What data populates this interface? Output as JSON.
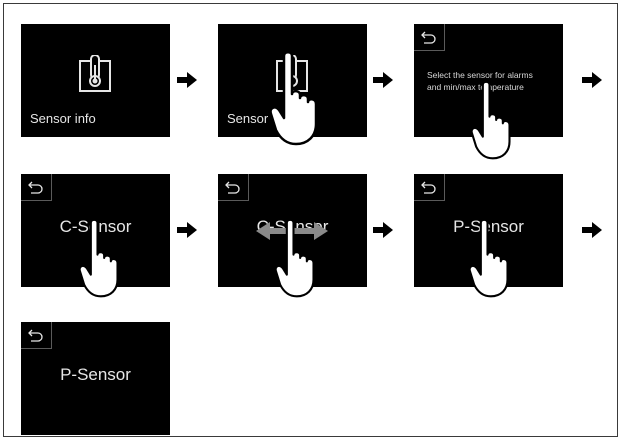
{
  "screens": {
    "s1": {
      "label": "Sensor info"
    },
    "s2": {
      "label": "Sensor info"
    },
    "s3": {
      "text": "Select the sensor for alarms and min/max temperature"
    },
    "s4": {
      "label": "C-Sensor"
    },
    "s5": {
      "label": "C-Sensor"
    },
    "s6": {
      "label": "P-Sensor"
    },
    "s7": {
      "label": "P-Sensor"
    }
  },
  "icons": {
    "back": "back-arrow-icon",
    "thermometer": "thermometer-icon",
    "hand": "pointing-hand-icon",
    "next": "right-arrow-icon",
    "swipe": "swipe-left-right-icon"
  },
  "colors": {
    "screen_bg": "#000000",
    "text": "#e6e6e6",
    "arrow": "#000000",
    "hand_fill": "#ffffff"
  }
}
